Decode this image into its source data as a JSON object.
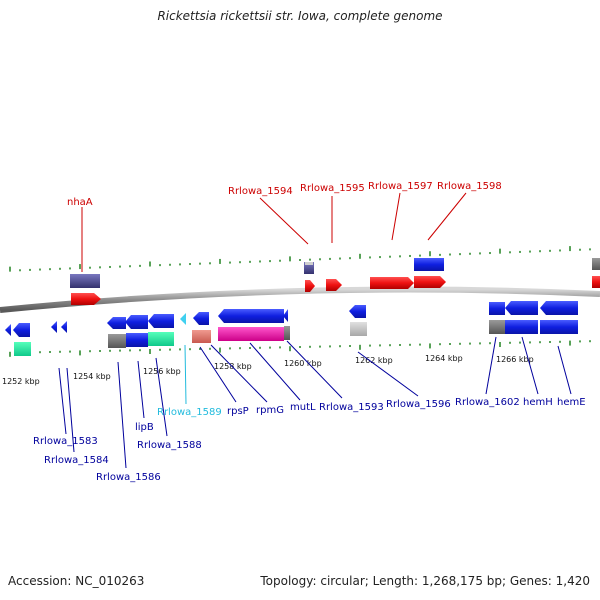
{
  "title": "Rickettsia rickettsii str. Iowa, complete genome",
  "footer": {
    "accession": "Accession: NC_010263",
    "summary": "Topology: circular; Length: 1,268,175 bp; Genes: 1,420"
  },
  "colors": {
    "forward_label": "#cc0000",
    "reverse_label": "#00009c",
    "highlight_label": "#22bbdd",
    "backbone": "#8c8c8c",
    "tick": "#2e8b2e"
  },
  "axis": {
    "unit": "kbp",
    "ticks": [
      "1252 kbp",
      "1254 kbp",
      "1256 kbp",
      "1258 kbp",
      "1260 kbp",
      "1262 kbp",
      "1264 kbp",
      "1266 kbp"
    ]
  },
  "forward_labels": [
    "nhaA",
    "Rrlowa_1594",
    "Rrlowa_1595",
    "Rrlowa_1597",
    "Rrlowa_1598"
  ],
  "reverse_labels": [
    "Rrlowa_1583",
    "Rrlowa_1584",
    "Rrlowa_1586",
    "lipB",
    "Rrlowa_1588",
    "Rrlowa_1589",
    "rpsP",
    "rpmG",
    "mutL",
    "Rrlowa_1593",
    "Rrlowa_1596",
    "Rrlowa_1602",
    "hemH",
    "hemE"
  ]
}
